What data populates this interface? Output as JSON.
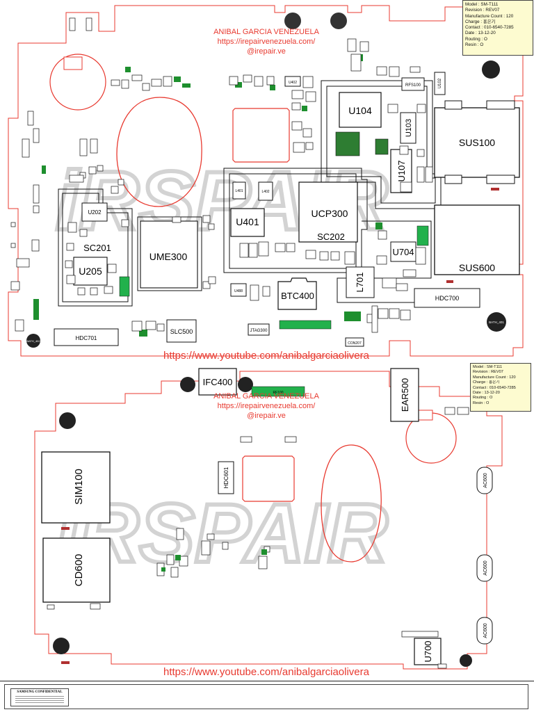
{
  "watermarks": {
    "name": "ANIBAL GARCIA VENEZUELA",
    "site": "https://irepairvenezuela.com/",
    "handle": "@irepair.ve",
    "youtube": "https://www.youtube.com/anibalgarciaolivera",
    "logo": "iRSPAIR"
  },
  "info_box": {
    "lines": [
      "Model : SM-T111",
      "Revision : REV07",
      "Manufacture Count : 120",
      "Charge : 홍은기",
      "Contact : 010-6540-7285",
      "Date : 13-12-20",
      "Routing : O",
      "Resin : O"
    ]
  },
  "footer": {
    "confidential": "SAMSUNG CONFIDENTIAL"
  },
  "top_components": {
    "big": [
      "U104",
      "SUS100",
      "U107",
      "U103",
      "UCP300",
      "SC202",
      "U401",
      "U205",
      "SC201",
      "UME300",
      "U704",
      "SUS600",
      "L701",
      "BTC400",
      "HDC700",
      "HDC701",
      "SLC500"
    ],
    "small": [
      "RFS100",
      "U102",
      "U202",
      "U402",
      "JTAG300",
      "CON207",
      "BATH_401",
      "L402",
      "L401",
      "U488",
      "BATH_402"
    ]
  },
  "bottom_components": {
    "big": [
      "IFC400",
      "EAR500",
      "SIM100",
      "CD600",
      "HDC601",
      "U700"
    ],
    "side": [
      "AC600",
      "AC600",
      "AC600"
    ],
    "small": [
      "RF100"
    ]
  },
  "colors": {
    "outline": "#e8392f",
    "component": "#111111",
    "highlight_green": "#22b14c",
    "pin_green": "#1e8f2e",
    "watermark_grey": "#d6d6d6",
    "info_bg": "#fdfbd0"
  }
}
